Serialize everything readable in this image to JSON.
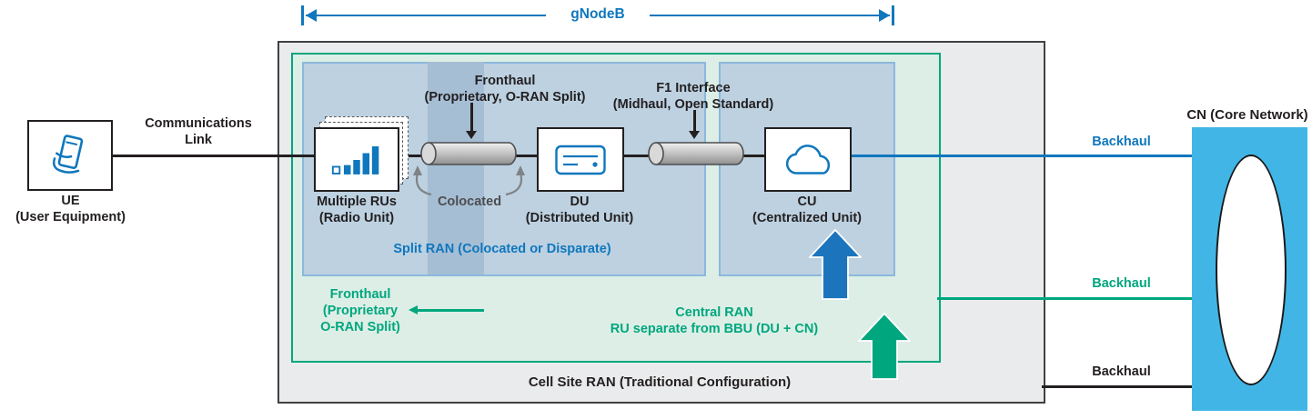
{
  "colors": {
    "blue": "#0f77bd",
    "teal": "#00a77e",
    "cyan": "#41b6e6",
    "dark": "#231f20",
    "gray_box": "#eaebec",
    "green_fill": "#ddeee6",
    "blue_fill": "#bdd1e1",
    "blue_band": "#a6bed4",
    "arrow_blue": "#1c75bc",
    "arrow_green": "#00a77e"
  },
  "gnodeb": {
    "label": "gNodeB"
  },
  "ue": {
    "name": "UE",
    "desc": "(User Equipment)"
  },
  "comm_link": {
    "line1": "Communications",
    "line2": "Link"
  },
  "cell_site_ran": {
    "label": "Cell Site RAN (Traditional Configuration)"
  },
  "central_ran": {
    "line1": "Central RAN",
    "line2": "RU separate from BBU (DU + CN)"
  },
  "split_ran": {
    "label": "Split RAN (Colocated or Disparate)"
  },
  "multiple_rus": {
    "name": "Multiple RUs",
    "desc": "(Radio Unit)"
  },
  "fronthaul_top": {
    "line1": "Fronthaul",
    "line2": "(Proprietary, O-RAN Split)"
  },
  "colocated": {
    "label": "Colocated"
  },
  "du": {
    "name": "DU",
    "desc": "(Distributed Unit)"
  },
  "f1_interface": {
    "line1": "F1 Interface",
    "line2": "(Midhaul, Open Standard)"
  },
  "cu": {
    "name": "CU",
    "desc": "(Centralized Unit)"
  },
  "fronthaul_left": {
    "line1": "Fronthaul",
    "line2": "(Proprietary",
    "line3": "O-RAN Split)"
  },
  "cn": {
    "label": "CN  (Core Network)"
  },
  "backhaul": {
    "top": "Backhaul",
    "middle": "Backhaul",
    "bottom": "Backhaul"
  }
}
